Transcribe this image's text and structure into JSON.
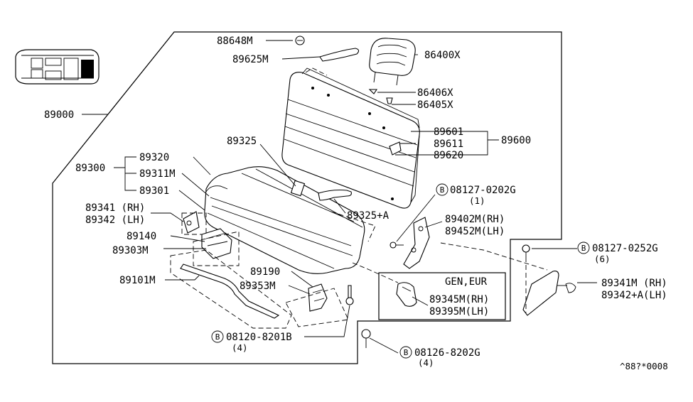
{
  "labels": {
    "p88648m": "88648M",
    "p89625m": "89625M",
    "p86400x": "86400X",
    "p86406x": "86406X",
    "p86405x": "86405X",
    "p89000": "89000",
    "p89601": "89601",
    "p89611": "89611",
    "p89620": "89620",
    "p89600": "89600",
    "p89325": "89325",
    "p89320": "89320",
    "p89300": "89300",
    "p89311m": "89311M",
    "p89301": "89301",
    "p08127_0202g": "08127-0202G",
    "q08127_0202g": "(1)",
    "p89341": "89341 (RH)",
    "p89342": "89342 (LH)",
    "p89325a": "89325+A",
    "p89402m": "89402M(RH)",
    "p89452m": "89452M(LH)",
    "p89140": "89140",
    "p89303m": "89303M",
    "p08127_0252g": "08127-0252G",
    "q08127_0252g": "(6)",
    "p89101m": "89101M",
    "p89190": "89190",
    "p89353m": "89353M",
    "gen_eur": "GEN,EUR",
    "p89345m": "89345M(RH)",
    "p89395m": "89395M(LH)",
    "p89341m": "89341M (RH)",
    "p89342a": "89342+A(LH)",
    "p08120_8201b": "08120-8201B",
    "q08120_8201b": "(4)",
    "p08126_8202g": "08126-8202G",
    "q08126_8202g": "(4)",
    "bolt_mark": "B",
    "diagram_code": "^88?*0008"
  }
}
